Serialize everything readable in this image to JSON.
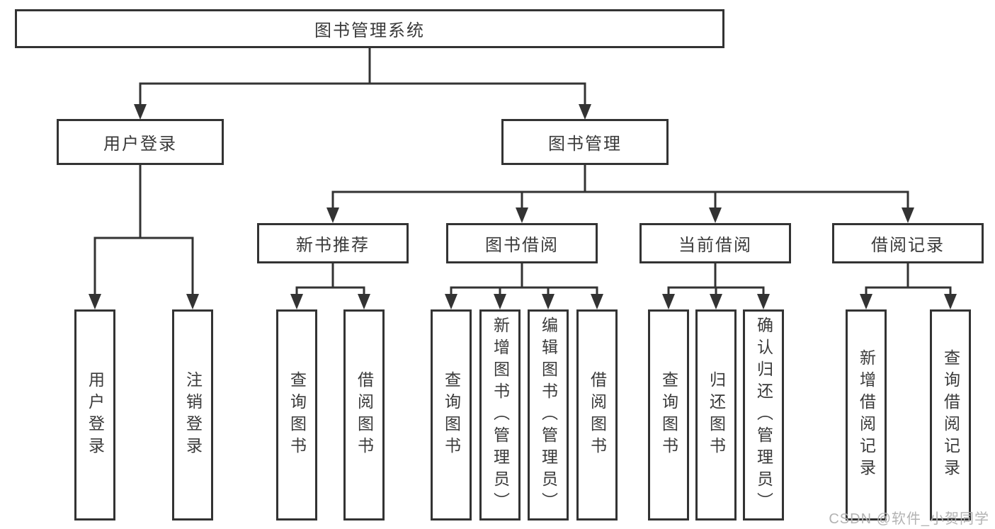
{
  "colors": {
    "line": "#333333",
    "text": "#3a3a3a",
    "background": "#ffffff",
    "watermark": "#b3b3b3"
  },
  "watermark": "CSDN @软件_小贺同学",
  "tree": {
    "root": "图书管理系统",
    "branches": [
      {
        "label": "用户登录",
        "children": [
          "用户登录",
          "注销登录"
        ]
      },
      {
        "label": "图书管理",
        "children": [
          {
            "label": "新书推荐",
            "children": [
              "查询图书",
              "借阅图书"
            ]
          },
          {
            "label": "图书借阅",
            "children": [
              "查询图书",
              "新增图书（管理员）",
              "编辑图书（管理员）",
              "借阅图书"
            ]
          },
          {
            "label": "当前借阅",
            "children": [
              "查询图书",
              "归还图书",
              "确认归还（管理员）"
            ]
          },
          {
            "label": "借阅记录",
            "children": [
              "新增借阅记录",
              "查询借阅记录"
            ]
          }
        ]
      }
    ]
  }
}
